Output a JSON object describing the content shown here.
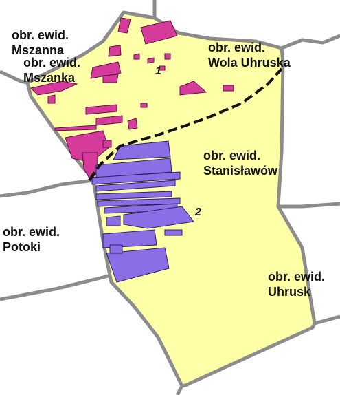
{
  "colors": {
    "background": "#ffffff",
    "main_area_fill": "#ffffa8",
    "boundary_stroke": "#8c8c8c",
    "magenta_parcels": "#d63b9c",
    "purple_parcels": "#8a6ee6",
    "dashed_line": "#111111"
  },
  "labels": {
    "mszanna": [
      "obr. ewid.",
      "Mszanna"
    ],
    "mszanka": [
      "obr. ewid.",
      "Mszanka"
    ],
    "wola_uhruska": [
      "obr. ewid.",
      "Wola Uhruska"
    ],
    "stanislawow": [
      "obr. ewid.",
      "Stanisławów"
    ],
    "potoki": [
      "obr. ewid.",
      "Potoki"
    ],
    "uhrusk": [
      "obr. ewid.",
      "Uhrusk"
    ]
  },
  "markers": {
    "one": "1",
    "two": "2"
  }
}
